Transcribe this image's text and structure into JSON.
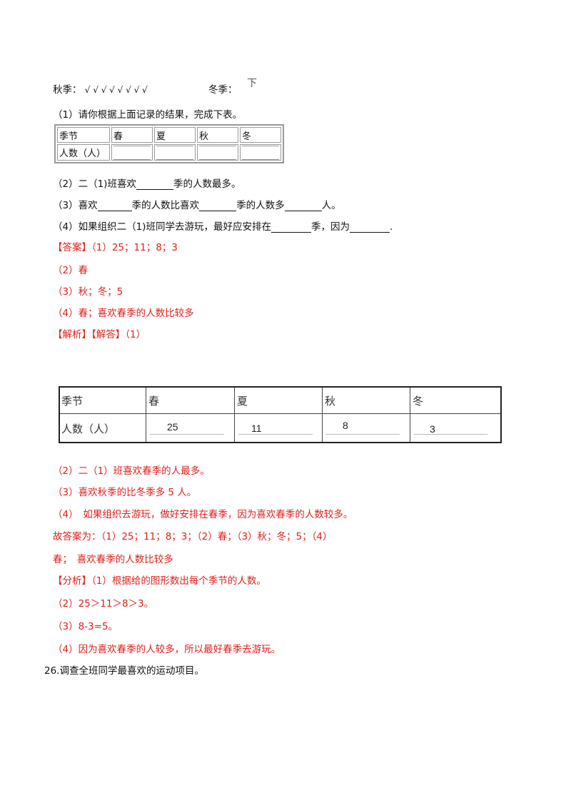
{
  "top_record": {
    "autumn_label": "秋季：",
    "autumn_marks": "√ √ √ √ √ √ √ √",
    "winter_label": "冬季：",
    "winter_mark": "下"
  },
  "questions": {
    "q1": "（1）请你根据上面记录的结果，完成下表。",
    "q2_a": "（2）二（1)班喜欢",
    "q2_b": "季的人数最多。",
    "q3_a": "（3）喜欢",
    "q3_b": "季的人数比喜欢",
    "q3_c": "季的人数多",
    "q3_d": "人。",
    "q4_a": "（4）如果组织二（1)班同学去游玩，最好应安排在",
    "q4_b": "季，因为",
    "q4_c": "."
  },
  "blank_table": {
    "header": [
      "季节",
      "春",
      "夏",
      "秋",
      "冬"
    ],
    "row_label": "人数（人）"
  },
  "answer": {
    "tag": "【答案】",
    "a1": "（1）25；11；8；3",
    "a2": "（2）春",
    "a3": "（3）秋；冬；5",
    "a4": "（4）春；喜欢春季的人数比较多"
  },
  "analysis": {
    "tag": "【解析】【解答】（1）"
  },
  "filled_table": {
    "header": [
      "季节",
      "春",
      "夏",
      "秋",
      "冬"
    ],
    "row_label": "人数（人）",
    "values": [
      "25",
      "11",
      "8",
      "3"
    ]
  },
  "solution": {
    "s2": "（2）二（1）班喜欢春季的人最多。",
    "s3": "（3）喜欢秋季的比冬季多 5 人。",
    "s4": "（4）　如果组织去游玩，做好安排在春季，因为喜欢春季的人数较多。",
    "final_1": "故答案为：（1）25；11；8；3；（2）春；（3）秋；冬；5；（4）",
    "final_2": "春；　喜欢春季的人数比较多"
  },
  "fenxi": {
    "tag": "【分析】",
    "f1": "（1）根据给的图形数出每个季节的人数。",
    "f2": "（2）25＞11＞8＞3。",
    "f3": "（3）8-3=5。",
    "f4": "（4）因为喜欢春季的人较多，所以最好春季去游玩。"
  },
  "next_question": "26.调查全班同学最喜欢的运动项目。"
}
